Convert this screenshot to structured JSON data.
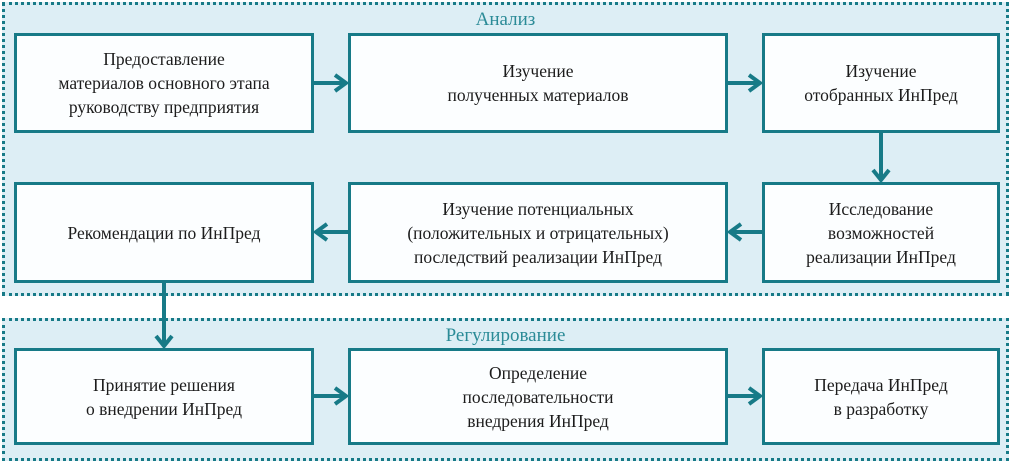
{
  "palette": {
    "teal": "#177a87",
    "section_label": "#2b8b97",
    "section_bg": "#ddeef5",
    "box_bg": "#fcfeff",
    "box_border": "#177a87",
    "text": "#1c1c1c",
    "page_bg": "#ffffff"
  },
  "sections": [
    {
      "id": "analysis",
      "label": "Анализ"
    },
    {
      "id": "regulation",
      "label": "Регулирование"
    }
  ],
  "nodes": {
    "provide_materials": {
      "text": "Предоставление\nматериалов основного этапа\nруководству предприятия"
    },
    "study_received": {
      "text": "Изучение\nполученных материалов"
    },
    "study_selected": {
      "text": "Изучение\nотобранных ИнПред"
    },
    "recommendations": {
      "text": "Рекомендации по ИнПред"
    },
    "study_consequences": {
      "text": "Изучение потенциальных\n(положительных и отрицательных)\nпоследствий реализации ИнПред"
    },
    "research_feasibility": {
      "text": "Исследование\nвозможностей\nреализации ИнПред"
    },
    "decision": {
      "text": "Принятие решения\nо внедрении ИнПред"
    },
    "sequence": {
      "text": "Определение\nпоследовательности\nвнедрения ИнПред"
    },
    "transfer": {
      "text": "Передача ИнПред\nв разработку"
    }
  },
  "edges": [
    {
      "from": "provide_materials",
      "to": "study_received",
      "direction": "right"
    },
    {
      "from": "study_received",
      "to": "study_selected",
      "direction": "right"
    },
    {
      "from": "study_selected",
      "to": "research_feasibility",
      "direction": "down"
    },
    {
      "from": "research_feasibility",
      "to": "study_consequences",
      "direction": "left"
    },
    {
      "from": "study_consequences",
      "to": "recommendations",
      "direction": "left"
    },
    {
      "from": "recommendations",
      "to": "decision",
      "direction": "down"
    },
    {
      "from": "decision",
      "to": "sequence",
      "direction": "right"
    },
    {
      "from": "sequence",
      "to": "transfer",
      "direction": "right"
    }
  ]
}
